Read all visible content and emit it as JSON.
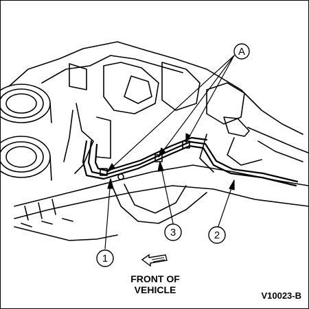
{
  "callouts": {
    "a": "A",
    "one": "1",
    "two": "2",
    "three": "3"
  },
  "caption": {
    "line1": "FRONT OF",
    "line2": "VEHICLE"
  },
  "figure_id": "V10023-B",
  "icons": {
    "direction": "arrow-left-icon"
  },
  "colors": {
    "ink": "#000000",
    "paper": "#ffffff"
  }
}
